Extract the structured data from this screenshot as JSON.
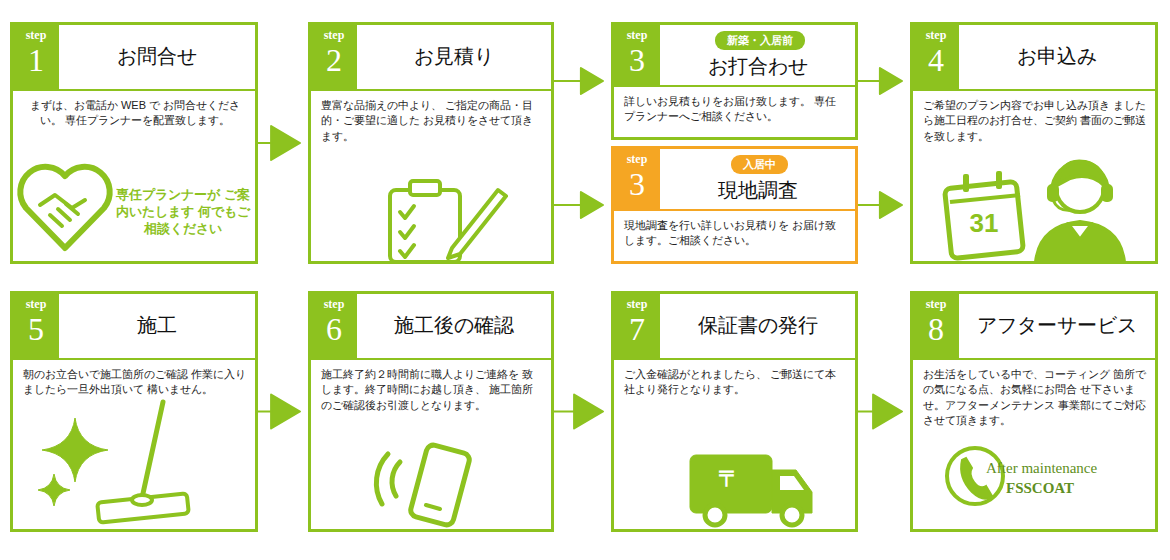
{
  "diagram": {
    "nodes": [
      {
        "text": [
          "step",
          "1",
          "お問合せ",
          "まずは、お電話か WEB で お問合せください。 専任プランナーを配置致します。"
        ]
      },
      {
        "text": [
          "step",
          "2",
          "お見積り",
          "豊富な品揃えの中より、 ご指定の商品・目的・ご要望に適した お見積りをさせて頂きます。"
        ]
      },
      {
        "text": [
          "step",
          "3",
          "新築・入居前",
          "お打合わせ",
          "詳しいお見積もりをお届け致します。 専任プランナーへご相談ください。"
        ]
      },
      {
        "text": [
          "step",
          "3",
          "入居中",
          "現地調査",
          "現地調査を行い詳しいお見積りを お届け致します。ご相談ください。"
        ]
      },
      {
        "text": [
          "step",
          "4",
          "お申込み",
          "ご希望のプラン内容でお申し込み頂き ましたら施工日程のお打合せ、ご契約 書面のご郵送を致します。"
        ]
      },
      {
        "text": [
          "step",
          "5",
          "施工",
          "朝のお立合いで施工箇所のご確認 作業に入りましたら一旦外出頂いて 構いません。"
        ]
      },
      {
        "text": [
          "step",
          "6",
          "施工後の確認",
          "施工終了約２時間前に職人よりご連絡を 致します。終了時間にお越し頂き、 施工箇所のご確認後お引渡しとなります。"
        ]
      },
      {
        "text": [
          "step",
          "7",
          "保証書の発行",
          "ご入金確認がとれましたら、 ご郵送にて本社より発行となります。"
        ]
      },
      {
        "text": [
          "step",
          "8",
          "アフターサービス",
          "お生活をしている中で、コーティング 箇所での気になる点、お気軽にお問合 せ下さいませ。アフターメンテナンス 事業部にてご対応させて頂きます。"
        ]
      }
    ],
    "edges": [
      {
        "from": 0,
        "to": 1,
        "arrow": "to"
      },
      {
        "from": 1,
        "to": 2,
        "arrow": "to"
      },
      {
        "from": 1,
        "to": 3,
        "arrow": "to"
      },
      {
        "from": 2,
        "to": 4,
        "arrow": "to"
      },
      {
        "from": 3,
        "to": 4,
        "arrow": "to"
      },
      {
        "from": 5,
        "to": 6,
        "arrow": "to"
      },
      {
        "from": 6,
        "to": 7,
        "arrow": "to"
      },
      {
        "from": 7,
        "to": 8,
        "arrow": "to"
      }
    ],
    "labels": [
      "専任プランナーが ご案内いたします 何でもご相談ください",
      "31",
      "〒",
      "After maintenance",
      "FSSCOAT"
    ]
  }
}
